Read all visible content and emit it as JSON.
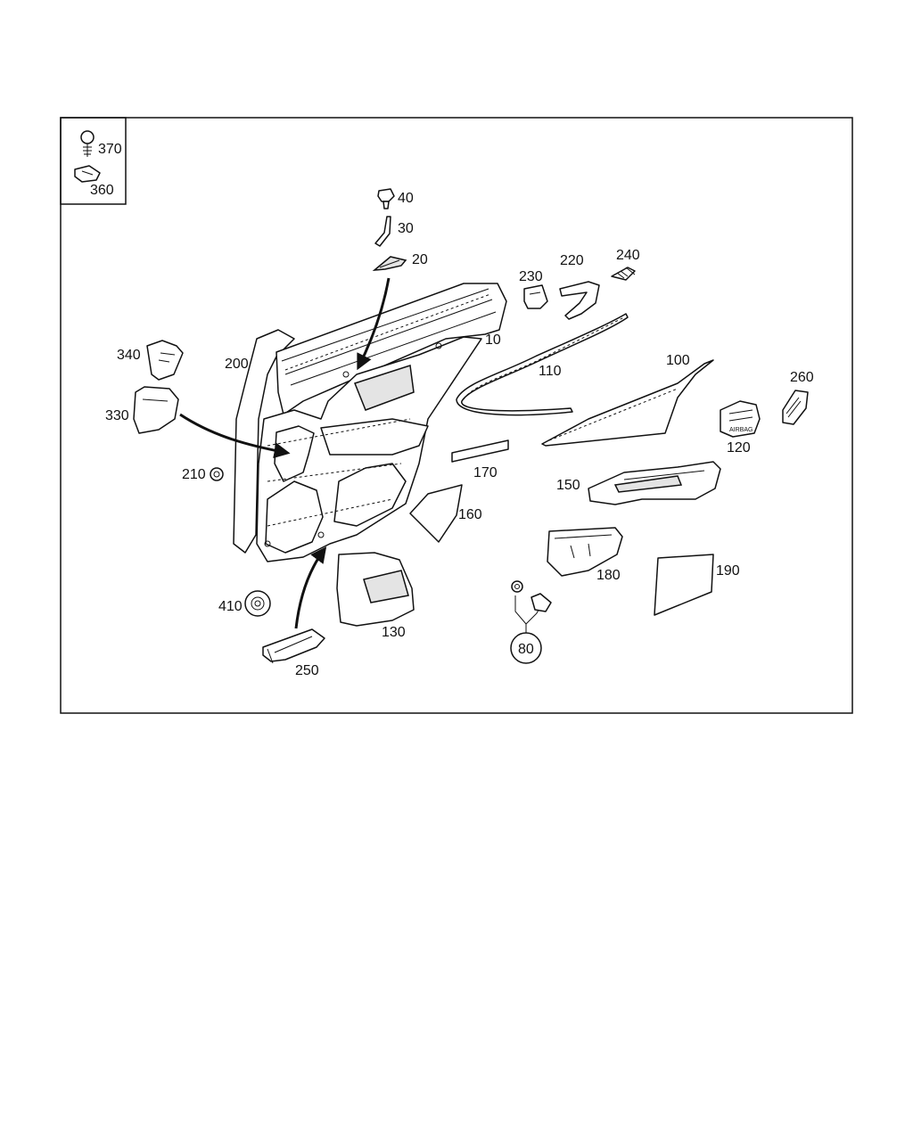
{
  "diagram": {
    "part_numbers": {
      "p370": "370",
      "p360": "360",
      "p40": "40",
      "p30": "30",
      "p20": "20",
      "p10": "10",
      "p200": "200",
      "p340": "340",
      "p330": "330",
      "p210": "210",
      "p230": "230",
      "p220": "220",
      "p240": "240",
      "p110": "110",
      "p100": "100",
      "p260": "260",
      "p120": "120",
      "p170": "170",
      "p160": "160",
      "p150": "150",
      "p180": "180",
      "p190": "190",
      "p130": "130",
      "p410": "410",
      "p250": "250",
      "p80": "80"
    },
    "airbag_text": "AIRBAG",
    "colors": {
      "line": "#111111",
      "background": "#ffffff"
    }
  }
}
